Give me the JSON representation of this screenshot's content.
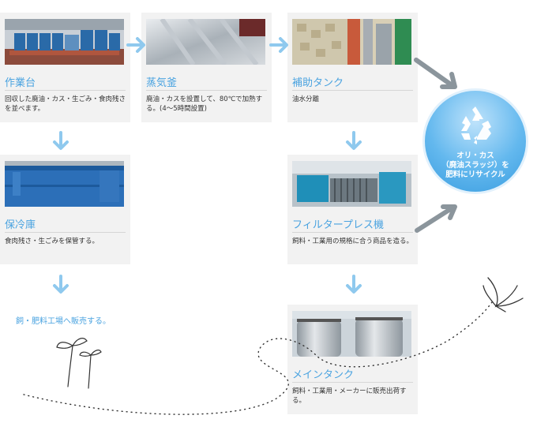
{
  "steps": {
    "workbench": {
      "title": "作業台",
      "desc": "回収した廃油・カス・生ごみ・食肉残さを並べます。"
    },
    "steamer": {
      "title": "蒸気釜",
      "desc": "廃油・カスを設置して、80℃で加熱する。(4〜5時間設置)"
    },
    "aux_tank": {
      "title": "補助タンク",
      "desc": "油水分離"
    },
    "cold_storage": {
      "title": "保冷庫",
      "desc": "食肉残さ・生ごみを保管する。"
    },
    "filter_press": {
      "title": "フィルタープレス機",
      "desc": "飼料・工業用の規格に合う商品を造る。"
    },
    "main_tank": {
      "title": "メインタンク",
      "desc": "飼料・工業用・メーカーに販売出荷する。"
    }
  },
  "sell_note": "飼・肥料工場へ販売する。",
  "recycle": {
    "line1": "オリ・カス",
    "line2": "（廃油スラッジ）を",
    "line3": "肥料にリサイクル"
  },
  "icons": {
    "flow_arrow": "chevron-arrow-icon",
    "recycle": "recycle-icon",
    "sprout": "sprout-icon",
    "bird": "bird-icon"
  },
  "colors": {
    "accent": "#4aa3e0",
    "arrow": "#8fc9ee",
    "card_bg": "#f2f2f2",
    "grey_arrow": "#8b959c"
  }
}
